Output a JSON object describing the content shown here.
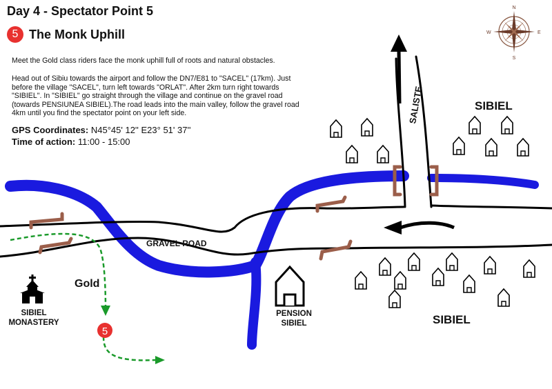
{
  "header": {
    "title": "Day 4 - Spectator Point 5",
    "point_number": "5",
    "subtitle": "The Monk Uphill"
  },
  "description": {
    "intro": "Meet the Gold class riders face the monk uphill full of roots and natural obstacles.",
    "directions": "Head out of Sibiu towards the airport and follow the DN7/E81 to \"SACEL\" (17km). Just before the village \"SACEL\", turn left towards \"ORLAT\". After 2km turn right towards \"SIBIEL\". In \"SIBIEL\" go straight through the village and continue on the gravel road (towards PENSIUNEA SIBIEL).The road leads into the main valley, follow the gravel road 4km until you find the spectator point on your left side."
  },
  "gps": {
    "label": "GPS Coordinates:",
    "value": "N45°45' 12'' E23° 51' 37''"
  },
  "time": {
    "label": "Time of action:",
    "value": "11:00 - 15:00"
  },
  "map": {
    "compass": {
      "n": "N",
      "e": "E",
      "s": "S",
      "w": "W"
    },
    "labels": {
      "saliste": "SALISTE",
      "sibiel_top": "SIBIEL",
      "sibiel_bottom": "SIBIEL",
      "gravel_road": "GRAVEL ROAD",
      "pension_line1": "PENSION",
      "pension_line2": "SIBIEL",
      "monastery_line1": "SIBIEL",
      "monastery_line2": "MONASTERY",
      "gold": "Gold",
      "marker": "5"
    },
    "colors": {
      "river": "#1a1adf",
      "bridge": "#9b5e4a",
      "route": "#1a9a2a",
      "marker": "#e8312f"
    }
  }
}
